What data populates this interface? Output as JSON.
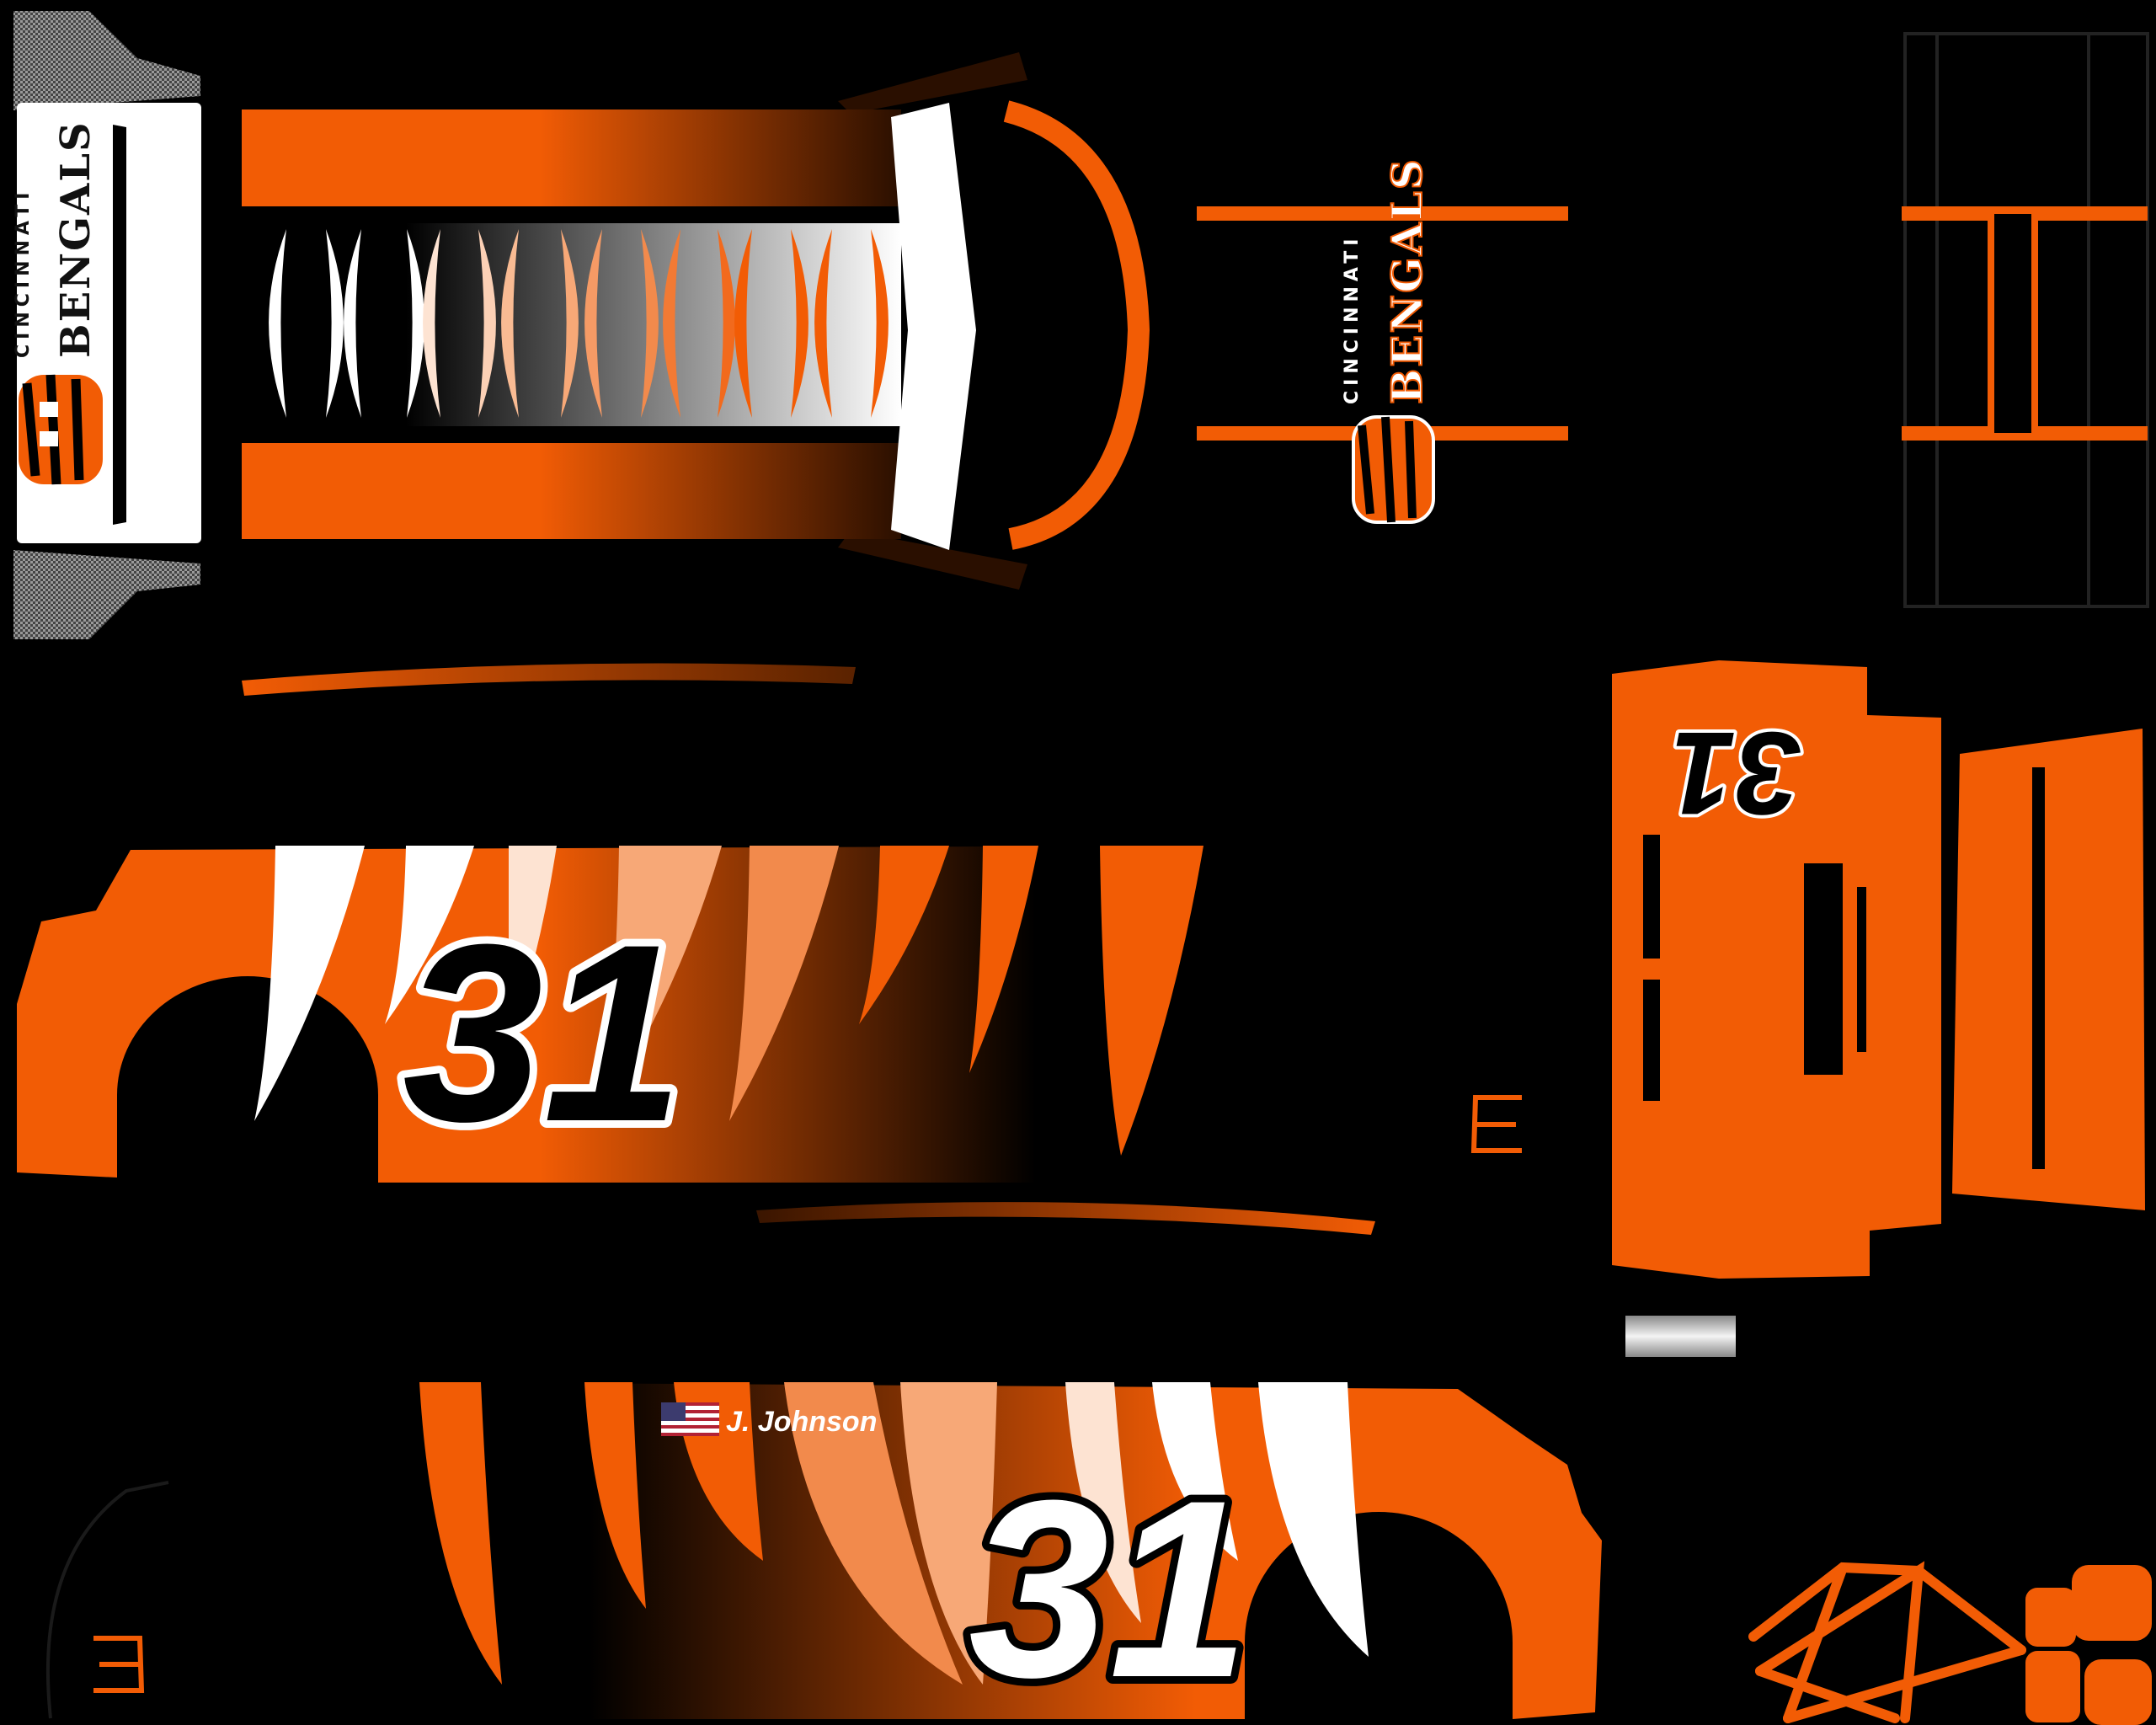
{
  "livery": {
    "team_logo": {
      "city": "CINCINNATI",
      "name": "BENGALS"
    },
    "car_number": "31",
    "driver": {
      "name": "J. Johnson",
      "flag": "usa-flag-icon"
    }
  },
  "colors": {
    "orange": "#f25c05",
    "black": "#000000",
    "white": "#ffffff",
    "peach": "#f7a877"
  }
}
